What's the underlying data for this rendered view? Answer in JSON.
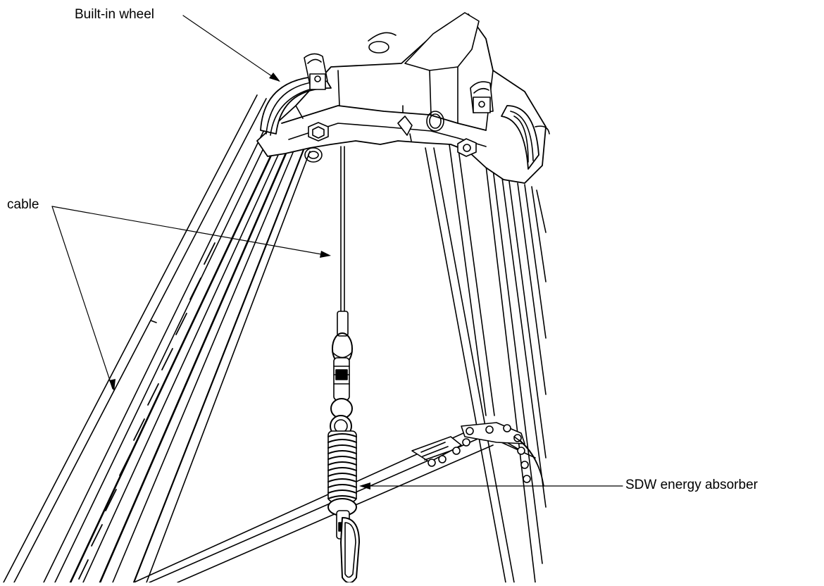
{
  "diagram": {
    "labels": {
      "built_in_wheel": "Built-in wheel",
      "cable": "cable",
      "energy_absorber": "SDW energy absorber"
    },
    "colors": {
      "line": "#000000",
      "background": "#ffffff",
      "fill": "#ffffff"
    }
  }
}
